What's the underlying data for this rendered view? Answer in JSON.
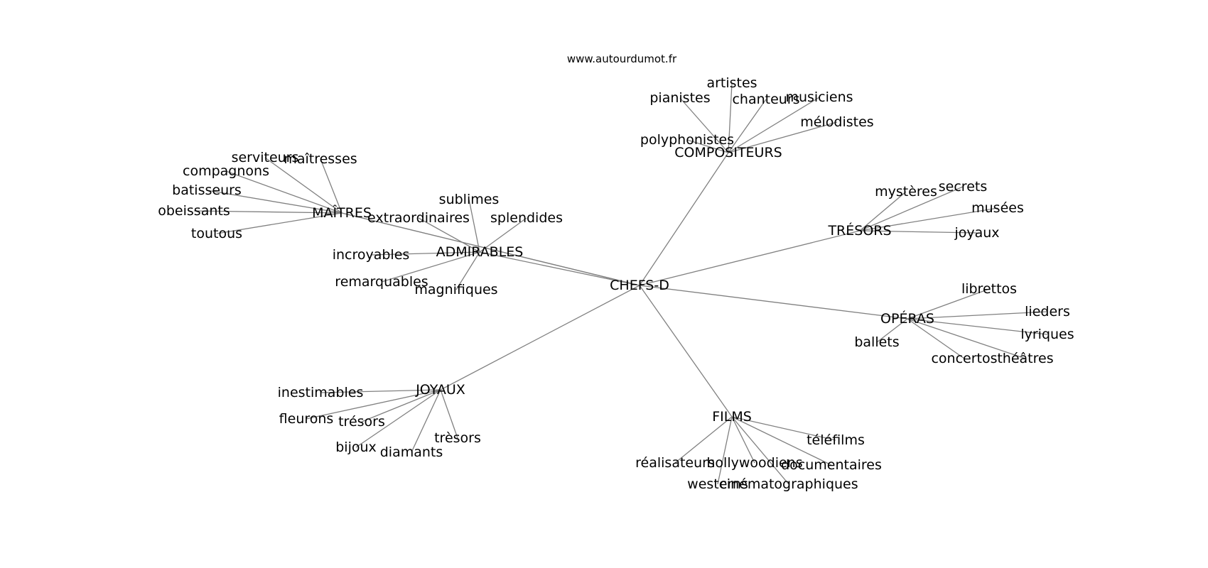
{
  "watermark": "www.autourdumot.fr",
  "center": {
    "id": "center",
    "label": "CHEFS-D"
  },
  "groups": [
    {
      "id": "compositeurs",
      "label": "COMPOSITEURS",
      "children": [
        "artistes",
        "pianistes",
        "chanteurs",
        "musiciens",
        "mélodistes",
        "polyphonistes"
      ]
    },
    {
      "id": "tresors",
      "label": "TRÉSORS",
      "children": [
        "mystères",
        "secrets",
        "musées",
        "joyaux"
      ]
    },
    {
      "id": "operas",
      "label": "OPÉRAS",
      "children": [
        "librettos",
        "lieders",
        "lyriques",
        "ballets",
        "concertos",
        "théâtres"
      ]
    },
    {
      "id": "films",
      "label": "FILMS",
      "children": [
        "téléfilms",
        "réalisateurs",
        "hollywoodiens",
        "documentaires",
        "westerns",
        "cinématographiques"
      ]
    },
    {
      "id": "joyaux",
      "label": "JOYAUX",
      "children": [
        "inestimables",
        "fleurons",
        "trésors",
        "bijoux",
        "diamants",
        "trèsors"
      ]
    },
    {
      "id": "admirables",
      "label": "ADMIRABLES",
      "children": [
        "sublimes",
        "extraordinaires",
        "splendides",
        "incroyables",
        "remarquables",
        "magnifiques"
      ]
    },
    {
      "id": "maitres",
      "label": "MAÎTRES",
      "children": [
        "serviteurs",
        "maîtresses",
        "compagnons",
        "batisseurs",
        "obeissants",
        "toutous"
      ]
    }
  ],
  "extra_edges": [
    [
      "maitres",
      "center"
    ]
  ]
}
